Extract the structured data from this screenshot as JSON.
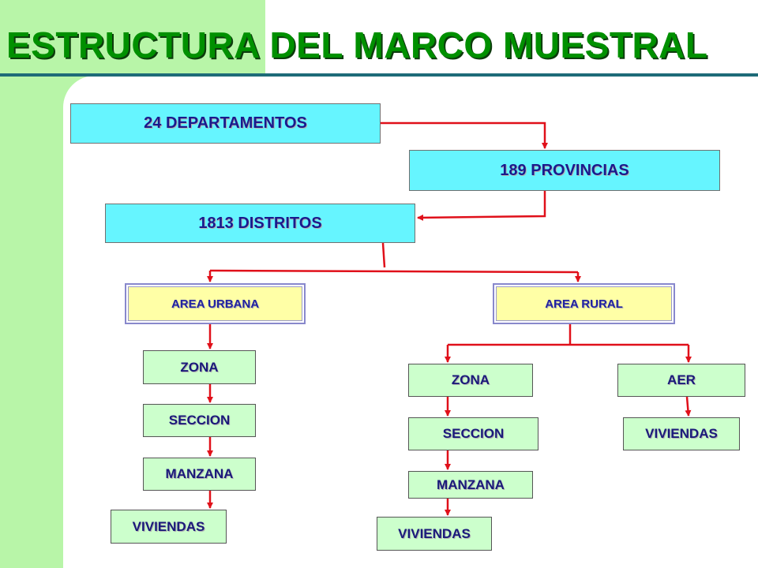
{
  "page": {
    "title": "ESTRUCTURA DEL MARCO MUESTRAL"
  },
  "colors": {
    "background": "#ffffff",
    "band": "#b8f5a8",
    "title": "#009000",
    "rule": "#1e6b78",
    "connector": "#e0101a",
    "level_top": "#66f5ff",
    "area": "#ffffa6",
    "unit": "#ccffcc",
    "text": "#1a1a8c"
  },
  "nodes": {
    "departamentos": "24 DEPARTAMENTOS",
    "provincias": "189 PROVINCIAS",
    "distritos": "1813 DISTRITOS",
    "area_urbana": "AREA URBANA",
    "area_rural": "AREA RURAL",
    "urbana_zona": "ZONA",
    "urbana_seccion": "SECCION",
    "urbana_manzana": "MANZANA",
    "urbana_viviendas": "VIVIENDAS",
    "rural_zona": "ZONA",
    "rural_seccion": "SECCION",
    "rural_manzana": "MANZANA",
    "rural_viviendas": "VIVIENDAS",
    "aer": "AER",
    "aer_viviendas": "VIVIENDAS"
  }
}
